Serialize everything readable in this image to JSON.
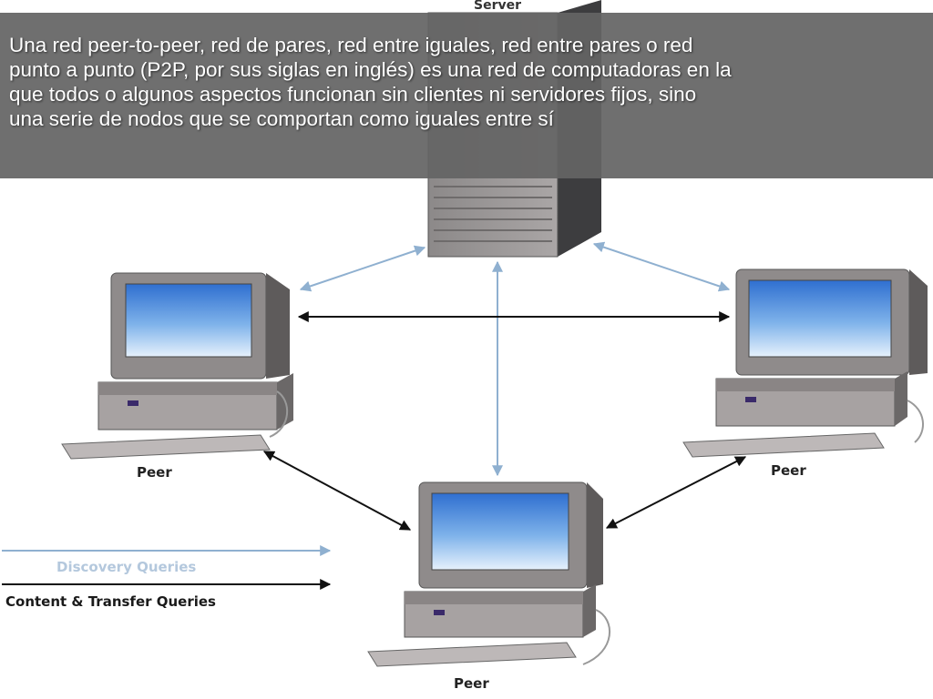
{
  "caption": {
    "lines": [
      "Una red peer-to-peer, red de pares, red entre iguales, red entre pares o red",
      "punto a punto (P2P, por sus siglas en inglés) es una red de computadoras en la",
      "que todos o algunos aspectos funcionan sin clientes ni servidores fijos, sino",
      "una serie de nodos que se comportan como iguales entre sí"
    ]
  },
  "diagram": {
    "server_label": "Server",
    "peer_left_label": "Peer",
    "peer_right_label": "Peer",
    "peer_bottom_label": "Peer",
    "legend": {
      "discovery": "Discovery Queries",
      "content": "Content & Transfer Queries"
    },
    "colors": {
      "discovery_arrow": "#8fb0d0",
      "content_arrow": "#111111",
      "screen": "#3c7fd6",
      "case": "#9a9696"
    }
  }
}
